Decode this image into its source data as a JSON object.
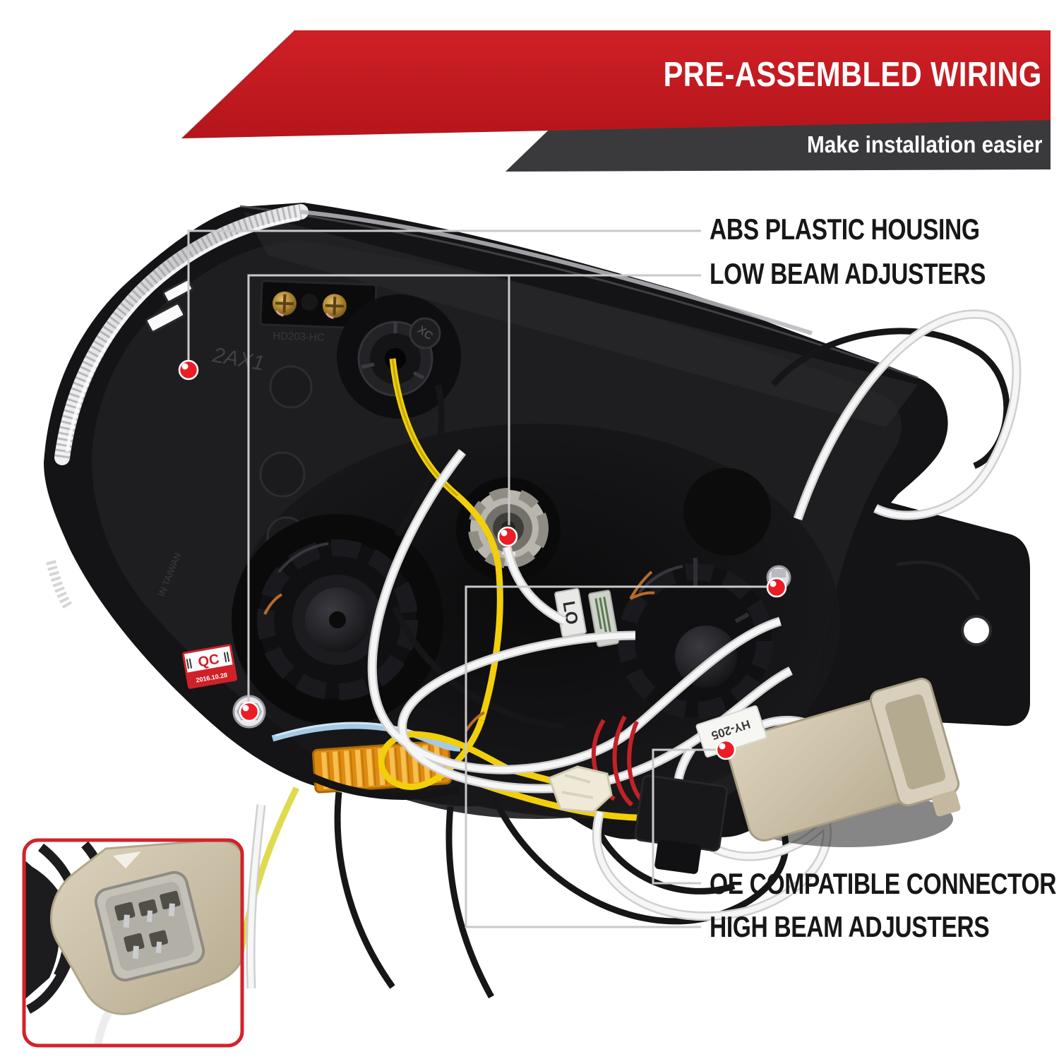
{
  "banner": {
    "title": "PRE-ASSEMBLED WIRING",
    "subtitle": "Make installation easier"
  },
  "callouts": {
    "abs": {
      "label": "ABS PLASTIC HOUSING"
    },
    "low_beam": {
      "label": "LOW BEAM ADJUSTERS"
    },
    "oe_connector": {
      "label": "OE COMPATIBLE CONNECTOR"
    },
    "high_beam": {
      "label": "HIGH BEAM ADJUSTERS"
    }
  },
  "photo": {
    "stickers": {
      "qc": "QC",
      "qc_date": "2016.10.28",
      "lo": "LO",
      "xc": "XC",
      "connector_label": "HY-205",
      "mold_mark": "2AX1"
    }
  },
  "colors": {
    "banner_red": "#c6181f",
    "banner_gray": "#3a3a3c",
    "callout_line": "#c9c9c9",
    "label_text": "#171717",
    "marker_red": "#ec1c24",
    "inset_border": "#d2232a",
    "housing_black": "#141416",
    "wire_yellow": "#f2cf0a",
    "wire_blue": "#a6c9e6",
    "resistor_orange": "#e08a10",
    "connector_beige": "#cdc2a8"
  }
}
